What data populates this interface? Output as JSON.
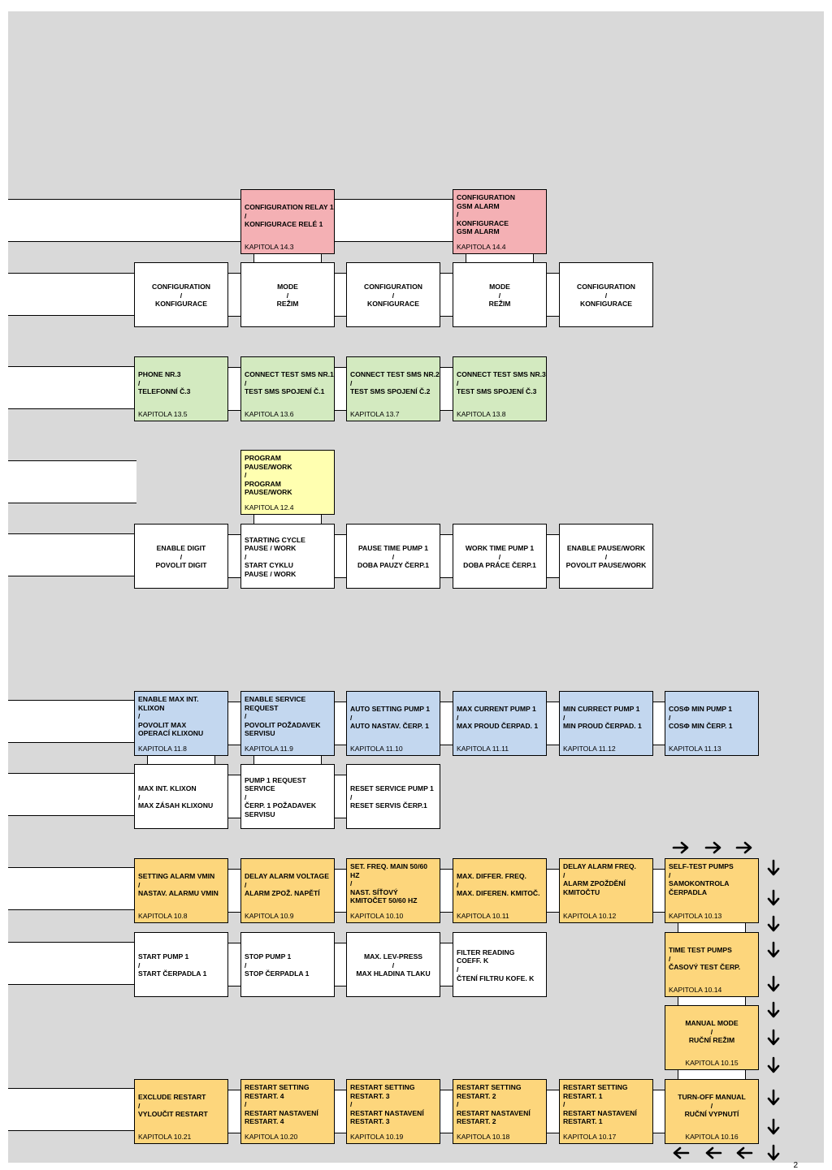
{
  "colors": {
    "background": "#d9d9d9",
    "red": "#f4b0b4",
    "white": "#ffffff",
    "green": "#d3eac0",
    "yellow": "#ffffb0",
    "blue": "#c3d7ef",
    "orange": "#fdd67c"
  },
  "boxes": [
    {
      "id": "configuration-relay-1",
      "fill": "red",
      "lines": [
        "CONFIGURATION RELAY 1",
        "/",
        "KONFIGURACE RELÉ 1"
      ],
      "chapter": "KAPITOLA 14.3"
    },
    {
      "id": "configuration-gsm-alarm",
      "fill": "red",
      "lines": [
        "CONFIGURATION",
        "GSM ALARM",
        "/",
        "KONFIGURACE",
        "GSM ALARM"
      ],
      "chapter": "KAPITOLA 14.4"
    },
    {
      "id": "configuration-a",
      "fill": "white",
      "lines": [
        "CONFIGURATION",
        "/",
        "KONFIGURACE"
      ]
    },
    {
      "id": "mode-a",
      "fill": "white",
      "lines": [
        "MODE",
        "/",
        "REŽIM"
      ]
    },
    {
      "id": "configuration-b",
      "fill": "white",
      "lines": [
        "CONFIGURATION",
        "/",
        "KONFIGURACE"
      ]
    },
    {
      "id": "mode-b",
      "fill": "white",
      "lines": [
        "MODE",
        "/",
        "REŽIM"
      ]
    },
    {
      "id": "configuration-c",
      "fill": "white",
      "lines": [
        "CONFIGURATION",
        "/",
        "KONFIGURACE"
      ]
    },
    {
      "id": "phone-nr3",
      "fill": "green",
      "lines": [
        "PHONE NR.3",
        "/",
        "TELEFONNÍ Č.3"
      ],
      "chapter": "KAPITOLA 13.5"
    },
    {
      "id": "connect-test-sms-1",
      "fill": "green",
      "lines": [
        "CONNECT TEST SMS NR.1",
        "/",
        "TEST SMS SPOJENÍ Č.1"
      ],
      "chapter": "KAPITOLA 13.6"
    },
    {
      "id": "connect-test-sms-2",
      "fill": "green",
      "lines": [
        "CONNECT TEST SMS NR.2",
        "/",
        "TEST SMS SPOJENÍ Č.2"
      ],
      "chapter": "KAPITOLA 13.7"
    },
    {
      "id": "connect-test-sms-3",
      "fill": "green",
      "lines": [
        "CONNECT TEST SMS NR.3",
        "/",
        "TEST SMS SPOJENÍ Č.3"
      ],
      "chapter": "KAPITOLA 13.8"
    },
    {
      "id": "program-pause-work",
      "fill": "yellow",
      "lines": [
        "PROGRAM",
        "PAUSE/WORK",
        "/",
        "PROGRAM",
        "PAUSE/WORK"
      ],
      "chapter": "KAPITOLA 12.4"
    },
    {
      "id": "enable-digit",
      "fill": "white",
      "lines": [
        "ENABLE DIGIT",
        "/",
        "POVOLIT DIGIT"
      ]
    },
    {
      "id": "starting-cycle",
      "fill": "white",
      "lines": [
        "STARTING CYCLE",
        "PAUSE / WORK",
        "/",
        "START CYKLU",
        "PAUSE / WORK"
      ]
    },
    {
      "id": "pause-time-pump-1",
      "fill": "white",
      "lines": [
        "PAUSE TIME PUMP 1",
        "/",
        "DOBA PAUZY ČERP.1"
      ]
    },
    {
      "id": "work-time-pump-1",
      "fill": "white",
      "lines": [
        "WORK TIME PUMP 1",
        "/",
        "DOBA PRÁCE ČERP.1"
      ]
    },
    {
      "id": "enable-pause-work",
      "fill": "white",
      "lines": [
        "ENABLE PAUSE/WORK",
        "/",
        "POVOLIT PAUSE/WORK"
      ]
    },
    {
      "id": "enable-max-int-klixon",
      "fill": "blue",
      "lines": [
        "ENABLE MAX INT.",
        "KLIXON",
        "/",
        "POVOLIT MAX",
        "OPERACÍ KLIXONU"
      ],
      "chapter": "KAPITOLA 11.8"
    },
    {
      "id": "enable-service-request",
      "fill": "blue",
      "lines": [
        "ENABLE SERVICE",
        "REQUEST",
        "/",
        "POVOLIT POŽADAVEK",
        "SERVISU"
      ],
      "chapter": "KAPITOLA 11.9"
    },
    {
      "id": "auto-setting-pump-1",
      "fill": "blue",
      "lines": [
        "AUTO SETTING PUMP 1",
        "/",
        "AUTO NASTAV. ČERP. 1"
      ],
      "chapter": "KAPITOLA 11.10"
    },
    {
      "id": "max-current-pump-1",
      "fill": "blue",
      "lines": [
        "MAX CURRENT PUMP 1",
        "/",
        "MAX PROUD ČERPAD. 1"
      ],
      "chapter": "KAPITOLA 11.11"
    },
    {
      "id": "min-current-pump-1",
      "fill": "blue",
      "lines": [
        "MIN CURRECT PUMP 1",
        "/",
        "MIN PROUD ČERPAD. 1"
      ],
      "chapter": "KAPITOLA 11.12"
    },
    {
      "id": "cosphi-min-pump-1",
      "fill": "blue",
      "lines": [
        "COSΦ MIN PUMP 1",
        "/",
        "COSΦ MIN ČERP. 1"
      ],
      "chapter": "KAPITOLA 11.13"
    },
    {
      "id": "max-int-klixon",
      "fill": "white",
      "lines": [
        "MAX INT. KLIXON",
        "/",
        "MAX ZÁSAH KLIXONU"
      ]
    },
    {
      "id": "pump-1-request-service",
      "fill": "white",
      "lines": [
        "PUMP 1 REQUEST",
        "SERVICE",
        "/",
        "ČERP. 1 POŽADAVEK",
        "SERVISU"
      ]
    },
    {
      "id": "reset-service-pump-1",
      "fill": "white",
      "lines": [
        "RESET SERVICE PUMP 1",
        "/",
        "RESET SERVIS ČERP.1"
      ]
    },
    {
      "id": "setting-alarm-vmin",
      "fill": "orange",
      "lines": [
        "SETTING ALARM VMIN",
        "/",
        "NASTAV. ALARMU VMIN"
      ],
      "chapter": "KAPITOLA 10.8"
    },
    {
      "id": "delay-alarm-voltage",
      "fill": "orange",
      "lines": [
        "DELAY ALARM VOLTAGE",
        "/",
        "ALARM ZPOŽ. NAPĚTÍ"
      ],
      "chapter": "KAPITOLA 10.9"
    },
    {
      "id": "set-freq-main",
      "fill": "orange",
      "lines": [
        "SET. FREQ. MAIN 50/60",
        "HZ",
        "/",
        "NAST. SÍŤOVÝ",
        "KMITOČET 50/60 HZ"
      ],
      "chapter": "KAPITOLA 10.10"
    },
    {
      "id": "max-differ-freq",
      "fill": "orange",
      "lines": [
        "MAX. DIFFER. FREQ.",
        "/",
        "MAX. DIFEREN. KMITOČ."
      ],
      "chapter": "KAPITOLA 10.11"
    },
    {
      "id": "delay-alarm-freq",
      "fill": "orange",
      "lines": [
        "DELAY ALARM FREQ.",
        "/",
        "ALARM ZPOŽDĚNÍ",
        "KMITOČTU"
      ],
      "chapter": "KAPITOLA 10.12"
    },
    {
      "id": "self-test-pumps",
      "fill": "orange",
      "lines": [
        "SELF-TEST PUMPS",
        "/",
        "SAMOKONTROLA",
        "ČERPADLA"
      ],
      "chapter": "KAPITOLA 10.13"
    },
    {
      "id": "start-pump-1",
      "fill": "white",
      "lines": [
        "START PUMP 1",
        "/",
        "START ČERPADLA 1"
      ]
    },
    {
      "id": "stop-pump-1",
      "fill": "white",
      "lines": [
        "STOP PUMP 1",
        "/",
        "STOP ČERPADLA 1"
      ]
    },
    {
      "id": "max-lev-press",
      "fill": "white",
      "lines": [
        "MAX. LEV-PRESS",
        "/",
        "MAX HLADINA TLAKU"
      ]
    },
    {
      "id": "filter-reading",
      "fill": "white",
      "lines": [
        "FILTER READING",
        "COEFF. K",
        "/",
        "ČTENÍ FILTRU KOFE. K"
      ]
    },
    {
      "id": "time-test-pumps",
      "fill": "orange",
      "lines": [
        "TIME TEST PUMPS",
        "/",
        "ČASOVÝ TEST ČERP."
      ],
      "chapter": "KAPITOLA 10.14"
    },
    {
      "id": "manual-mode",
      "fill": "orange",
      "lines": [
        "MANUAL MODE",
        "/",
        "RUČNÍ REŽIM"
      ],
      "chapter": "KAPITOLA 10.15"
    },
    {
      "id": "exclude-restart",
      "fill": "orange",
      "lines": [
        "EXCLUDE RESTART",
        "/",
        "VYLOUČIT RESTART"
      ],
      "chapter": "KAPITOLA 10.21"
    },
    {
      "id": "restart-setting-4",
      "fill": "orange",
      "lines": [
        "RESTART SETTING",
        "RESTART. 4",
        "/",
        "RESTART NASTAVENÍ",
        "RESTART. 4"
      ],
      "chapter": "KAPITOLA 10.20"
    },
    {
      "id": "restart-setting-3",
      "fill": "orange",
      "lines": [
        "RESTART SETTING",
        "RESTART. 3",
        "/",
        "RESTART NASTAVENÍ",
        "RESTART. 3"
      ],
      "chapter": "KAPITOLA 10.19"
    },
    {
      "id": "restart-setting-2",
      "fill": "orange",
      "lines": [
        "RESTART SETTING",
        "RESTART. 2",
        "/",
        "RESTART NASTAVENÍ",
        "RESTART. 2"
      ],
      "chapter": "KAPITOLA 10.18"
    },
    {
      "id": "restart-setting-1",
      "fill": "orange",
      "lines": [
        "RESTART SETTING",
        "RESTART. 1",
        "/",
        "RESTART NASTAVENÍ",
        "RESTART. 1"
      ],
      "chapter": "KAPITOLA 10.17"
    },
    {
      "id": "turn-off-manual",
      "fill": "orange",
      "lines": [
        "TURN-OFF MANUAL",
        "/",
        "RUČNÍ VYPNUTÍ"
      ],
      "chapter": "KAPITOLA 10.16"
    }
  ],
  "arrows": [
    {
      "dir": "right"
    },
    {
      "dir": "right"
    },
    {
      "dir": "right"
    },
    {
      "dir": "down"
    },
    {
      "dir": "down"
    },
    {
      "dir": "down"
    },
    {
      "dir": "down"
    },
    {
      "dir": "down"
    },
    {
      "dir": "down"
    },
    {
      "dir": "down"
    },
    {
      "dir": "down"
    },
    {
      "dir": "down"
    },
    {
      "dir": "down"
    },
    {
      "dir": "down"
    },
    {
      "dir": "left"
    },
    {
      "dir": "left"
    },
    {
      "dir": "left"
    }
  ],
  "page_number": "2"
}
